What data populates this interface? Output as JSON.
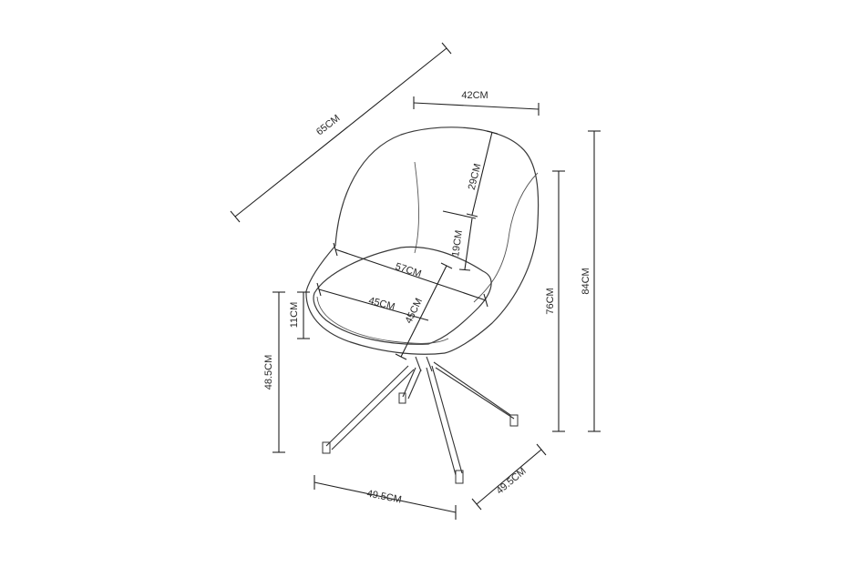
{
  "dimensions": {
    "overall_depth": "65CM",
    "backrest_width": "42CM",
    "backrest_height": "29CM",
    "armrest_height": "19CM",
    "overall_width": "57CM",
    "seat_width": "45CM",
    "seat_depth": "45CM",
    "seat_thickness": "11CM",
    "seat_height": "48.5CM",
    "arm_height": "76CM",
    "total_height": "84CM",
    "base_width": "49.5CM",
    "base_depth": "49.5CM"
  }
}
